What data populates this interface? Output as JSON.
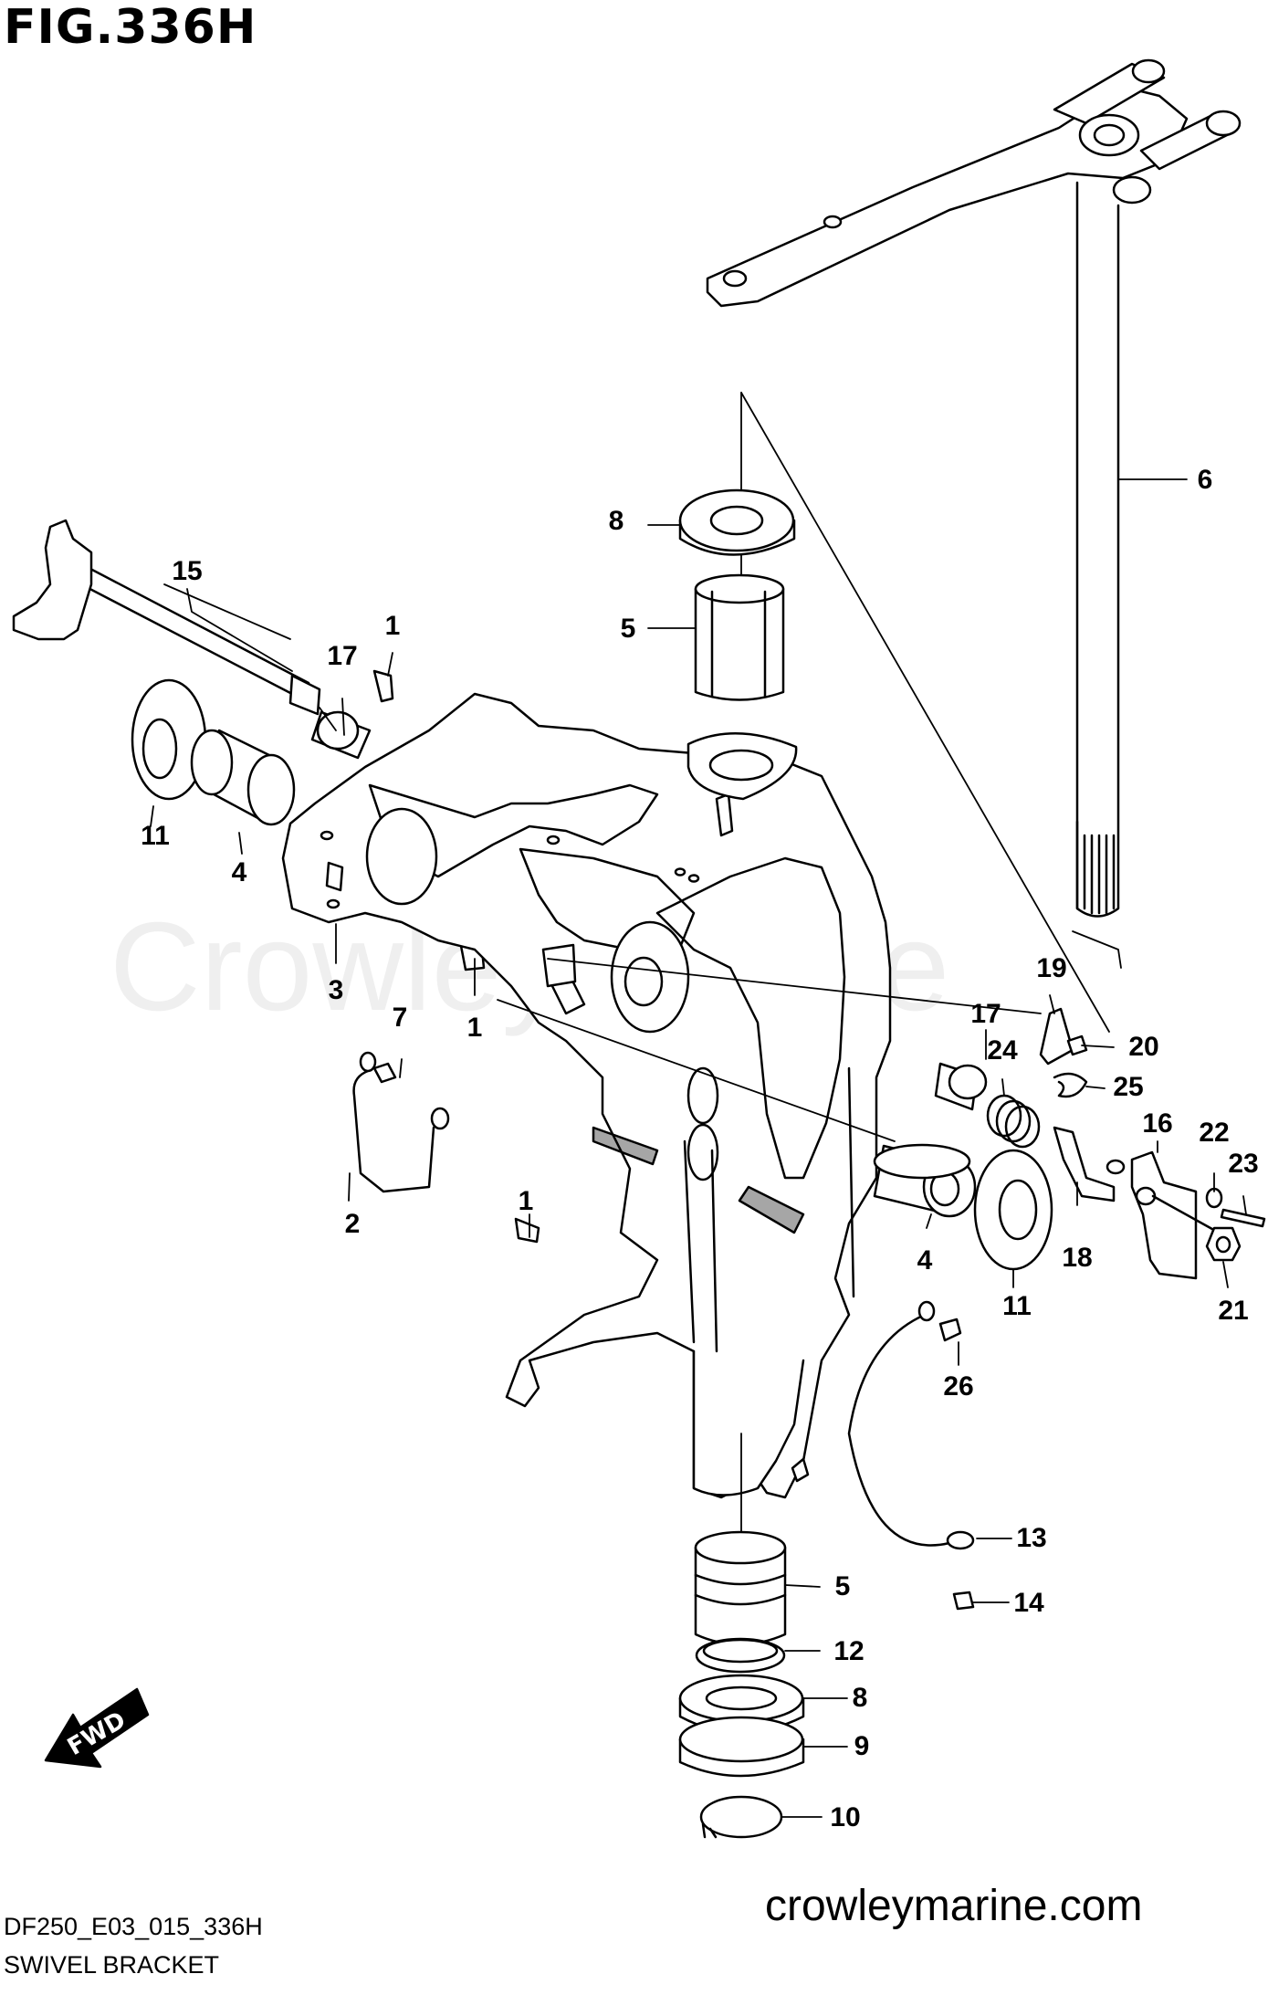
{
  "figure": {
    "title": "FIG.336H",
    "code": "DF250_E03_015_336H",
    "name": "SWIVEL BRACKET"
  },
  "watermark": "CrowleyMarine",
  "site": "crowleymarine.com",
  "fwd_label": "FWD",
  "callouts": {
    "c1a": "1",
    "c1b": "1",
    "c1c": "1",
    "c2": "2",
    "c3": "3",
    "c4a": "4",
    "c4b": "4",
    "c5a": "5",
    "c5b": "5",
    "c6": "6",
    "c7": "7",
    "c8a": "8",
    "c8b": "8",
    "c9": "9",
    "c10": "10",
    "c11a": "11",
    "c11b": "11",
    "c12": "12",
    "c13": "13",
    "c14": "14",
    "c15": "15",
    "c16": "16",
    "c17a": "17",
    "c17b": "17",
    "c18": "18",
    "c19": "19",
    "c20": "20",
    "c21": "21",
    "c22": "22",
    "c23": "23",
    "c24": "24",
    "c25": "25",
    "c26": "26"
  },
  "colors": {
    "ink": "#000000",
    "paper": "#ffffff"
  }
}
